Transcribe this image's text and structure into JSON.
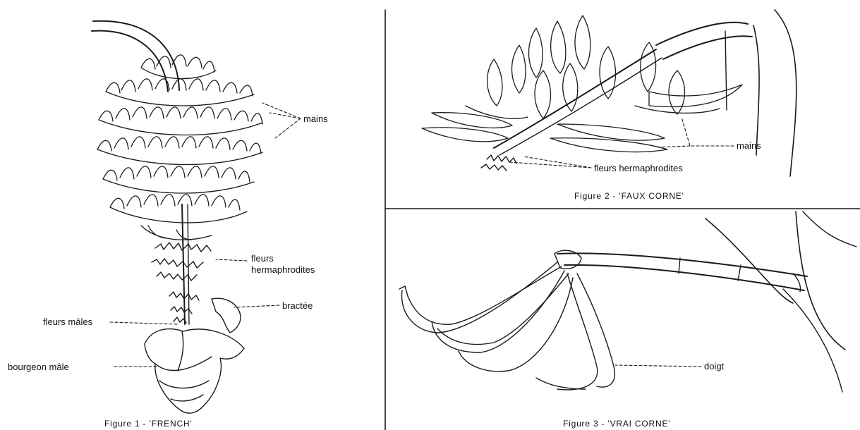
{
  "figures": [
    {
      "caption": "Figure 1 - 'FRENCH'",
      "labels": {
        "mains": "mains",
        "fleurs_1": "fleurs",
        "fleurs_2": "hermaphrodites",
        "bractee": "bractée",
        "fleurs_males": "fleurs mâles",
        "bourgeon_male": "bourgeon mâle"
      }
    },
    {
      "caption": "Figure 2 - 'FAUX CORNE'",
      "labels": {
        "mains": "mains",
        "fleurs_hermaphrodites": "fleurs hermaphrodites"
      }
    },
    {
      "caption": "Figure 3 - 'VRAI CORNE'",
      "labels": {
        "doigt": "doigt"
      }
    }
  ]
}
